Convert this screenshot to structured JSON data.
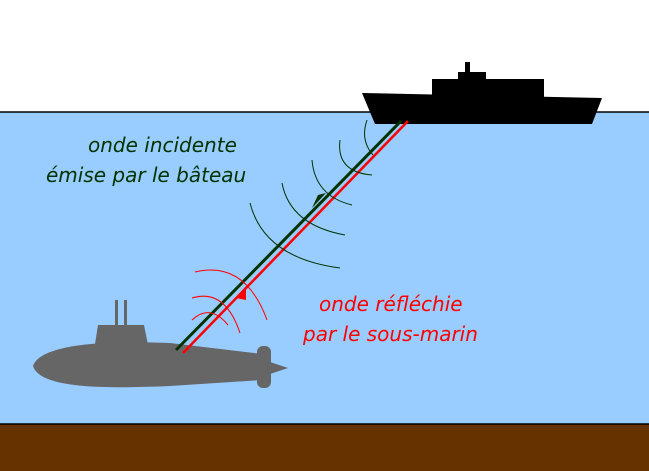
{
  "labels": {
    "incident_line1": "onde incidente",
    "incident_line2": "émise par le bâteau",
    "reflected_line1": "onde réfléchie",
    "reflected_line2": "par le sous-marin"
  },
  "colors": {
    "sky": "#ffffff",
    "water": "#99ccff",
    "seabed": "#663300",
    "ship": "#000000",
    "submarine": "#666666",
    "incident_wave": "#003300",
    "reflected_wave": "#ff0000",
    "incident_text": "#003300",
    "reflected_text": "#ff0000"
  }
}
